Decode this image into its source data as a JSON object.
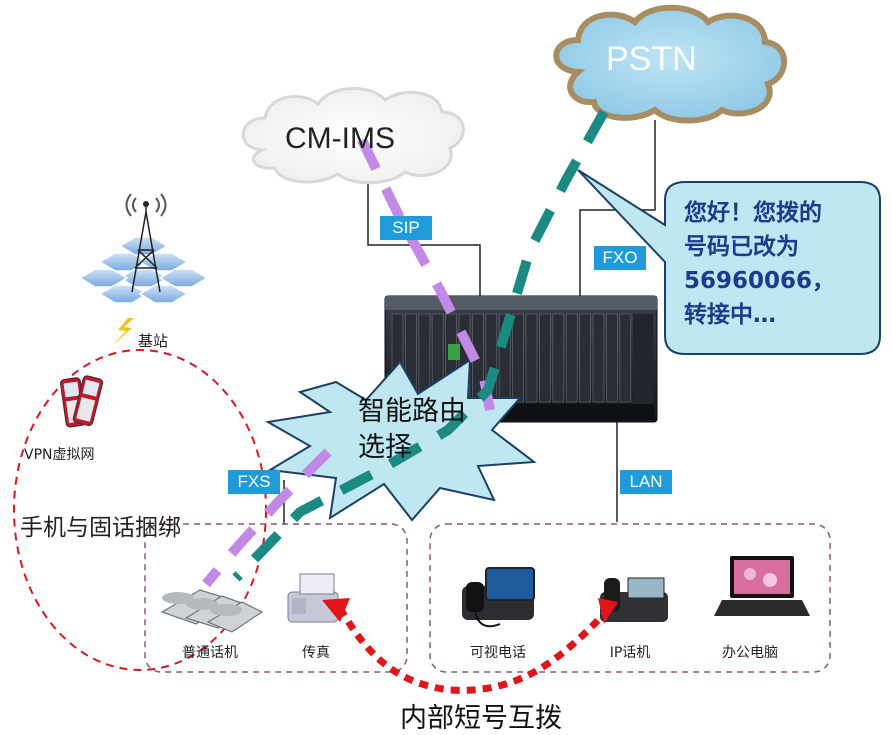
{
  "clouds": {
    "ims_label": "CM-IMS",
    "pstn_label": "PSTN"
  },
  "tags": {
    "sip": "SIP",
    "fxo": "FXO",
    "fxs": "FXS",
    "lan": "LAN"
  },
  "callout": {
    "lines": [
      "您好！您拨的",
      "号码已改为",
      "56960066，",
      "转接中…"
    ]
  },
  "burst": {
    "lines": [
      "智能路由",
      "选择"
    ]
  },
  "left": {
    "base_station": "基站",
    "vpn": "VPN虚拟网",
    "binding": "手机与固话捆绑"
  },
  "devices": {
    "analog_phone": "普通话机",
    "fax": "传真",
    "video_phone": "可视电话",
    "ip_phone": "IP话机",
    "office_pc": "办公电脑"
  },
  "bottom_caption": "内部短号互拨",
  "colors": {
    "tag_blue": "#1f9bd7",
    "dash_purple": "#c389e6",
    "dash_teal": "#1b8a82",
    "red": "#e0141b",
    "callout_fill": "#bfe7f2",
    "burst_fill": "#bfe7f2"
  }
}
